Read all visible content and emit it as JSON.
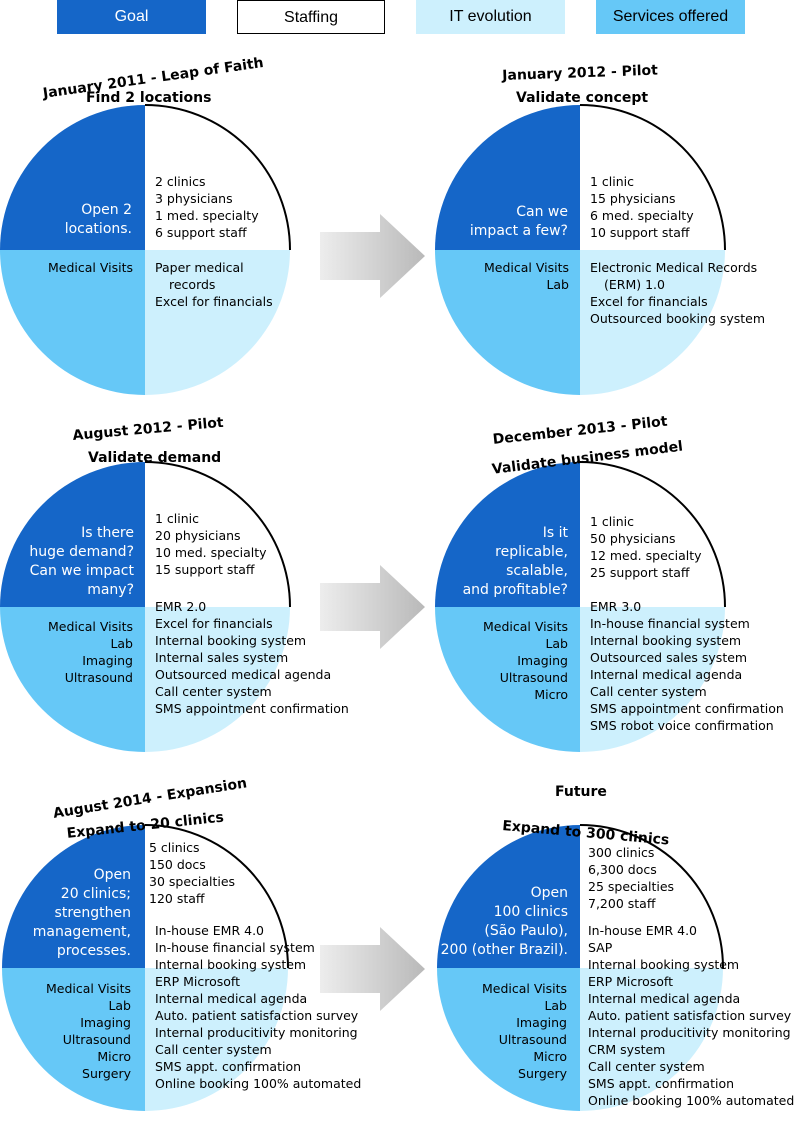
{
  "legend": {
    "goal": "Goal",
    "staffing": "Staffing",
    "it_evolution": "IT evolution",
    "services_offered": "Services offered"
  },
  "colors": {
    "goal": "#1566c8",
    "staffing": "#ffffff",
    "it_evolution": "#cdf0fd",
    "services_offered": "#66c8f7",
    "arrow": "#c8c8c8"
  },
  "stages": [
    {
      "title_line1": "January 2011 - Leap of Faith",
      "title_line2": "Find 2 locations",
      "goal": [
        "Open 2",
        "locations."
      ],
      "staffing": [
        "2 clinics",
        "3 physicians",
        "1 med. specialty",
        "6 support staff"
      ],
      "it": [
        "Paper medical",
        "records",
        "Excel for financials"
      ],
      "services": [
        "Medical Visits"
      ]
    },
    {
      "title_line1": "January 2012 - Pilot",
      "title_line2": "Validate concept",
      "goal": [
        "Can we",
        "impact a few?"
      ],
      "staffing": [
        "1 clinic",
        "15 physicians",
        "6 med. specialty",
        "10 support staff"
      ],
      "it": [
        "Electronic Medical Records",
        "(ERM) 1.0",
        "Excel for financials",
        "Outsourced booking system"
      ],
      "services": [
        "Medical Visits",
        "Lab"
      ]
    },
    {
      "title_line1": "August 2012 - Pilot",
      "title_line2": "Validate demand",
      "goal": [
        "Is there",
        "huge demand?",
        "Can we impact",
        "many?"
      ],
      "staffing": [
        "1 clinic",
        "20 physicians",
        "10 med. specialty",
        "15 support staff"
      ],
      "it": [
        "EMR 2.0",
        "Excel for financials",
        "Internal booking system",
        "Internal sales system",
        "Outsourced medical agenda",
        "Call center system",
        "SMS appointment confirmation"
      ],
      "services": [
        "Medical Visits",
        "Lab",
        "Imaging",
        "Ultrasound"
      ]
    },
    {
      "title_line1": "December 2013 - Pilot",
      "title_line2": "Validate business model",
      "goal": [
        "Is it",
        "replicable,",
        "scalable,",
        "and profitable?"
      ],
      "staffing": [
        "1 clinic",
        "50 physicians",
        "12 med. specialty",
        "25 support staff"
      ],
      "it": [
        "EMR 3.0",
        "In-house financial system",
        "Internal booking system",
        "Outsourced sales system",
        "Internal medical agenda",
        "Call center system",
        "SMS appointment confirmation",
        "SMS robot voice confirmation"
      ],
      "services": [
        "Medical Visits",
        "Lab",
        "Imaging",
        "Ultrasound",
        "Micro"
      ]
    },
    {
      "title_line1": "August 2014 - Expansion",
      "title_line2": "Expand to 20 clinics",
      "goal": [
        "Open",
        "20 clinics;",
        "strengthen",
        "management,",
        "processes."
      ],
      "staffing": [
        "5 clinics",
        "150 docs",
        "30 specialties",
        "120 staff"
      ],
      "it": [
        "In-house EMR 4.0",
        "In-house financial system",
        "Internal booking system",
        "ERP Microsoft",
        "Internal medical agenda",
        "Auto. patient satisfaction survey",
        "Internal producitivity monitoring",
        "Call center system",
        "SMS appt. confirmation",
        "Online booking 100% automated"
      ],
      "services": [
        "Medical Visits",
        "Lab",
        "Imaging",
        "Ultrasound",
        "Micro",
        "Surgery"
      ]
    },
    {
      "title_line1": "Future",
      "title_line2": "Expand to 300 clinics",
      "goal": [
        "Open",
        "100 clinics",
        "(São Paulo),",
        "200 (other Brazil)."
      ],
      "staffing": [
        "300 clinics",
        "6,300 docs",
        "25 specialties",
        "7,200 staff"
      ],
      "it": [
        "In-house EMR 4.0",
        "SAP",
        "Internal booking system",
        "ERP Microsoft",
        "Internal medical agenda",
        "Auto. patient satisfaction survey",
        "Internal producitivity monitoring",
        "CRM system",
        "Call center system",
        "SMS appt. confirmation",
        "Online booking 100% automated"
      ],
      "services": [
        "Medical Visits",
        "Lab",
        "Imaging",
        "Ultrasound",
        "Micro",
        "Surgery"
      ]
    }
  ]
}
